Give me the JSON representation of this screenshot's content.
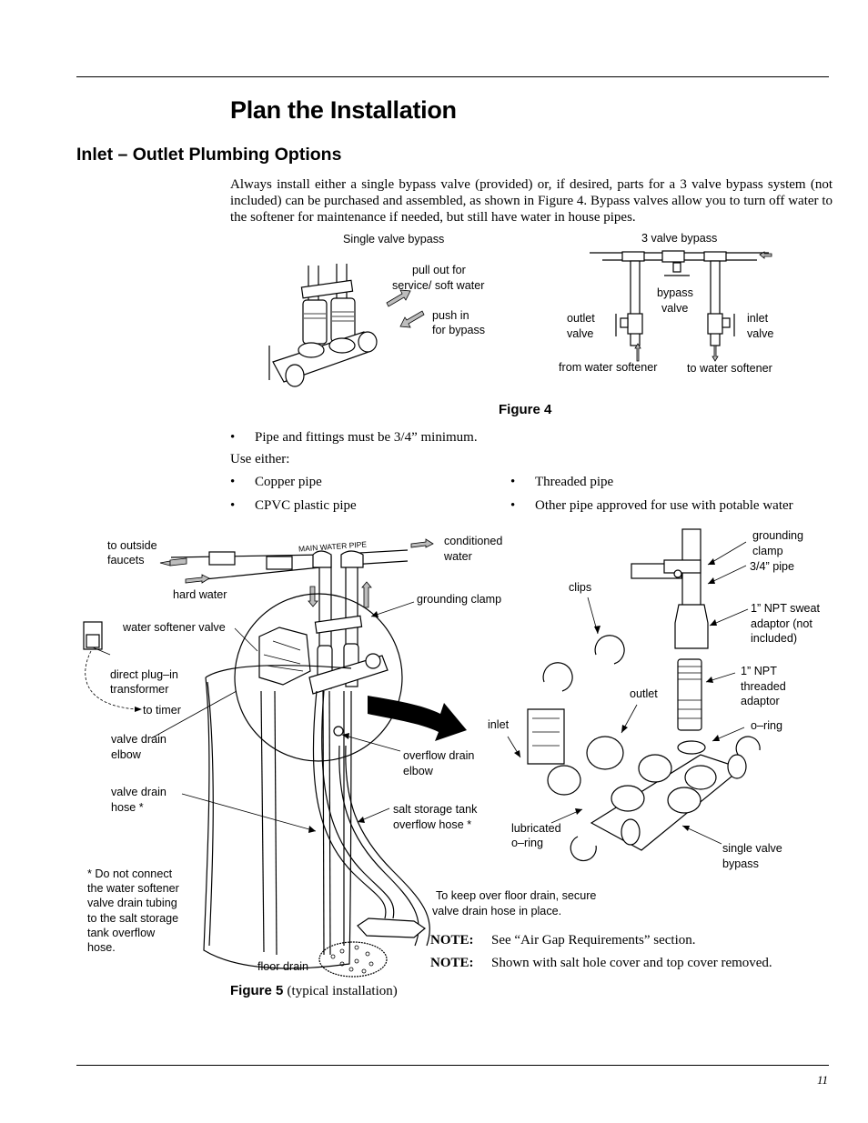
{
  "page": {
    "title": "Plan the Installation",
    "section_heading": "Inlet – Outlet Plumbing Options",
    "intro_paragraph": "Always install either a single bypass valve (provided) or, if desired, parts for a 3 valve bypass system (not included) can be purchased and assembled, as shown in Figure 4. Bypass valves allow you to turn off water to the softener for maintenance if needed, but still have water in house pipes.",
    "page_number": "11"
  },
  "figure4": {
    "caption": "Figure 4",
    "single_valve": {
      "title": "Single valve bypass",
      "pull_out_label": [
        "pull out for",
        "service/ soft water"
      ],
      "push_in_label": [
        "push in",
        "for bypass"
      ]
    },
    "three_valve": {
      "title": "3 valve bypass",
      "bypass_valve_label": [
        "bypass",
        "valve"
      ],
      "outlet_valve_label": [
        "outlet",
        "valve"
      ],
      "inlet_valve_label": [
        "inlet",
        "valve"
      ],
      "from_softener_label": "from water softener",
      "to_softener_label": "to water softener"
    }
  },
  "requirements": {
    "pipe_size_bullet": "Pipe and fittings must be 3/4” minimum.",
    "use_either_label": "Use either:",
    "bullet_char": "•",
    "options_left": [
      "Copper pipe",
      "CPVC plastic pipe"
    ],
    "options_right": [
      "Threaded pipe",
      "Other pipe approved for use with potable water"
    ]
  },
  "figure5": {
    "caption_bold": "Figure 5",
    "caption_sub": "(typical installation)",
    "labels": {
      "to_outside_faucets": [
        "to outside",
        "faucets"
      ],
      "main_water_pipe": "MAIN WATER PIPE",
      "conditioned_water": [
        "conditioned",
        "water"
      ],
      "hard_water": "hard water",
      "grounding_clamp": "grounding clamp",
      "water_softener_valve": "water softener valve",
      "direct_plug_in_transformer": [
        "direct plug–in",
        "transformer"
      ],
      "to_timer": "to timer",
      "valve_drain_elbow": [
        "valve drain",
        "elbow"
      ],
      "valve_drain_hose": [
        "valve drain",
        "hose *"
      ],
      "overflow_drain_elbow": [
        "overflow drain",
        "elbow"
      ],
      "salt_storage_overflow_hose": [
        "salt storage tank",
        "overflow hose *"
      ],
      "warning_note": [
        "* Do not connect",
        "the water softener",
        "valve drain tubing",
        "to the salt storage",
        "tank overflow",
        "hose."
      ],
      "floor_drain": "floor drain",
      "keep_over_drain": [
        "To keep over floor drain, secure",
        "valve drain hose in place."
      ]
    },
    "detail_labels": {
      "grounding_clamp": [
        "grounding",
        "clamp"
      ],
      "pipe_3_4": "3/4” pipe",
      "sweat_adaptor": [
        "1” NPT sweat",
        "adaptor (not",
        "included)"
      ],
      "threaded_adaptor": [
        "1” NPT",
        "threaded",
        "adaptor"
      ],
      "clips": "clips",
      "outlet": "outlet",
      "inlet": "inlet",
      "o_ring": "o–ring",
      "lubricated_o_ring": [
        "lubricated",
        "o–ring"
      ],
      "single_valve_bypass": [
        "single valve",
        "bypass"
      ]
    }
  },
  "notes": [
    {
      "label": "NOTE:",
      "text": "See “Air Gap Requirements” section."
    },
    {
      "label": "NOTE:",
      "text": "Shown with salt hole cover and top cover removed."
    }
  ]
}
